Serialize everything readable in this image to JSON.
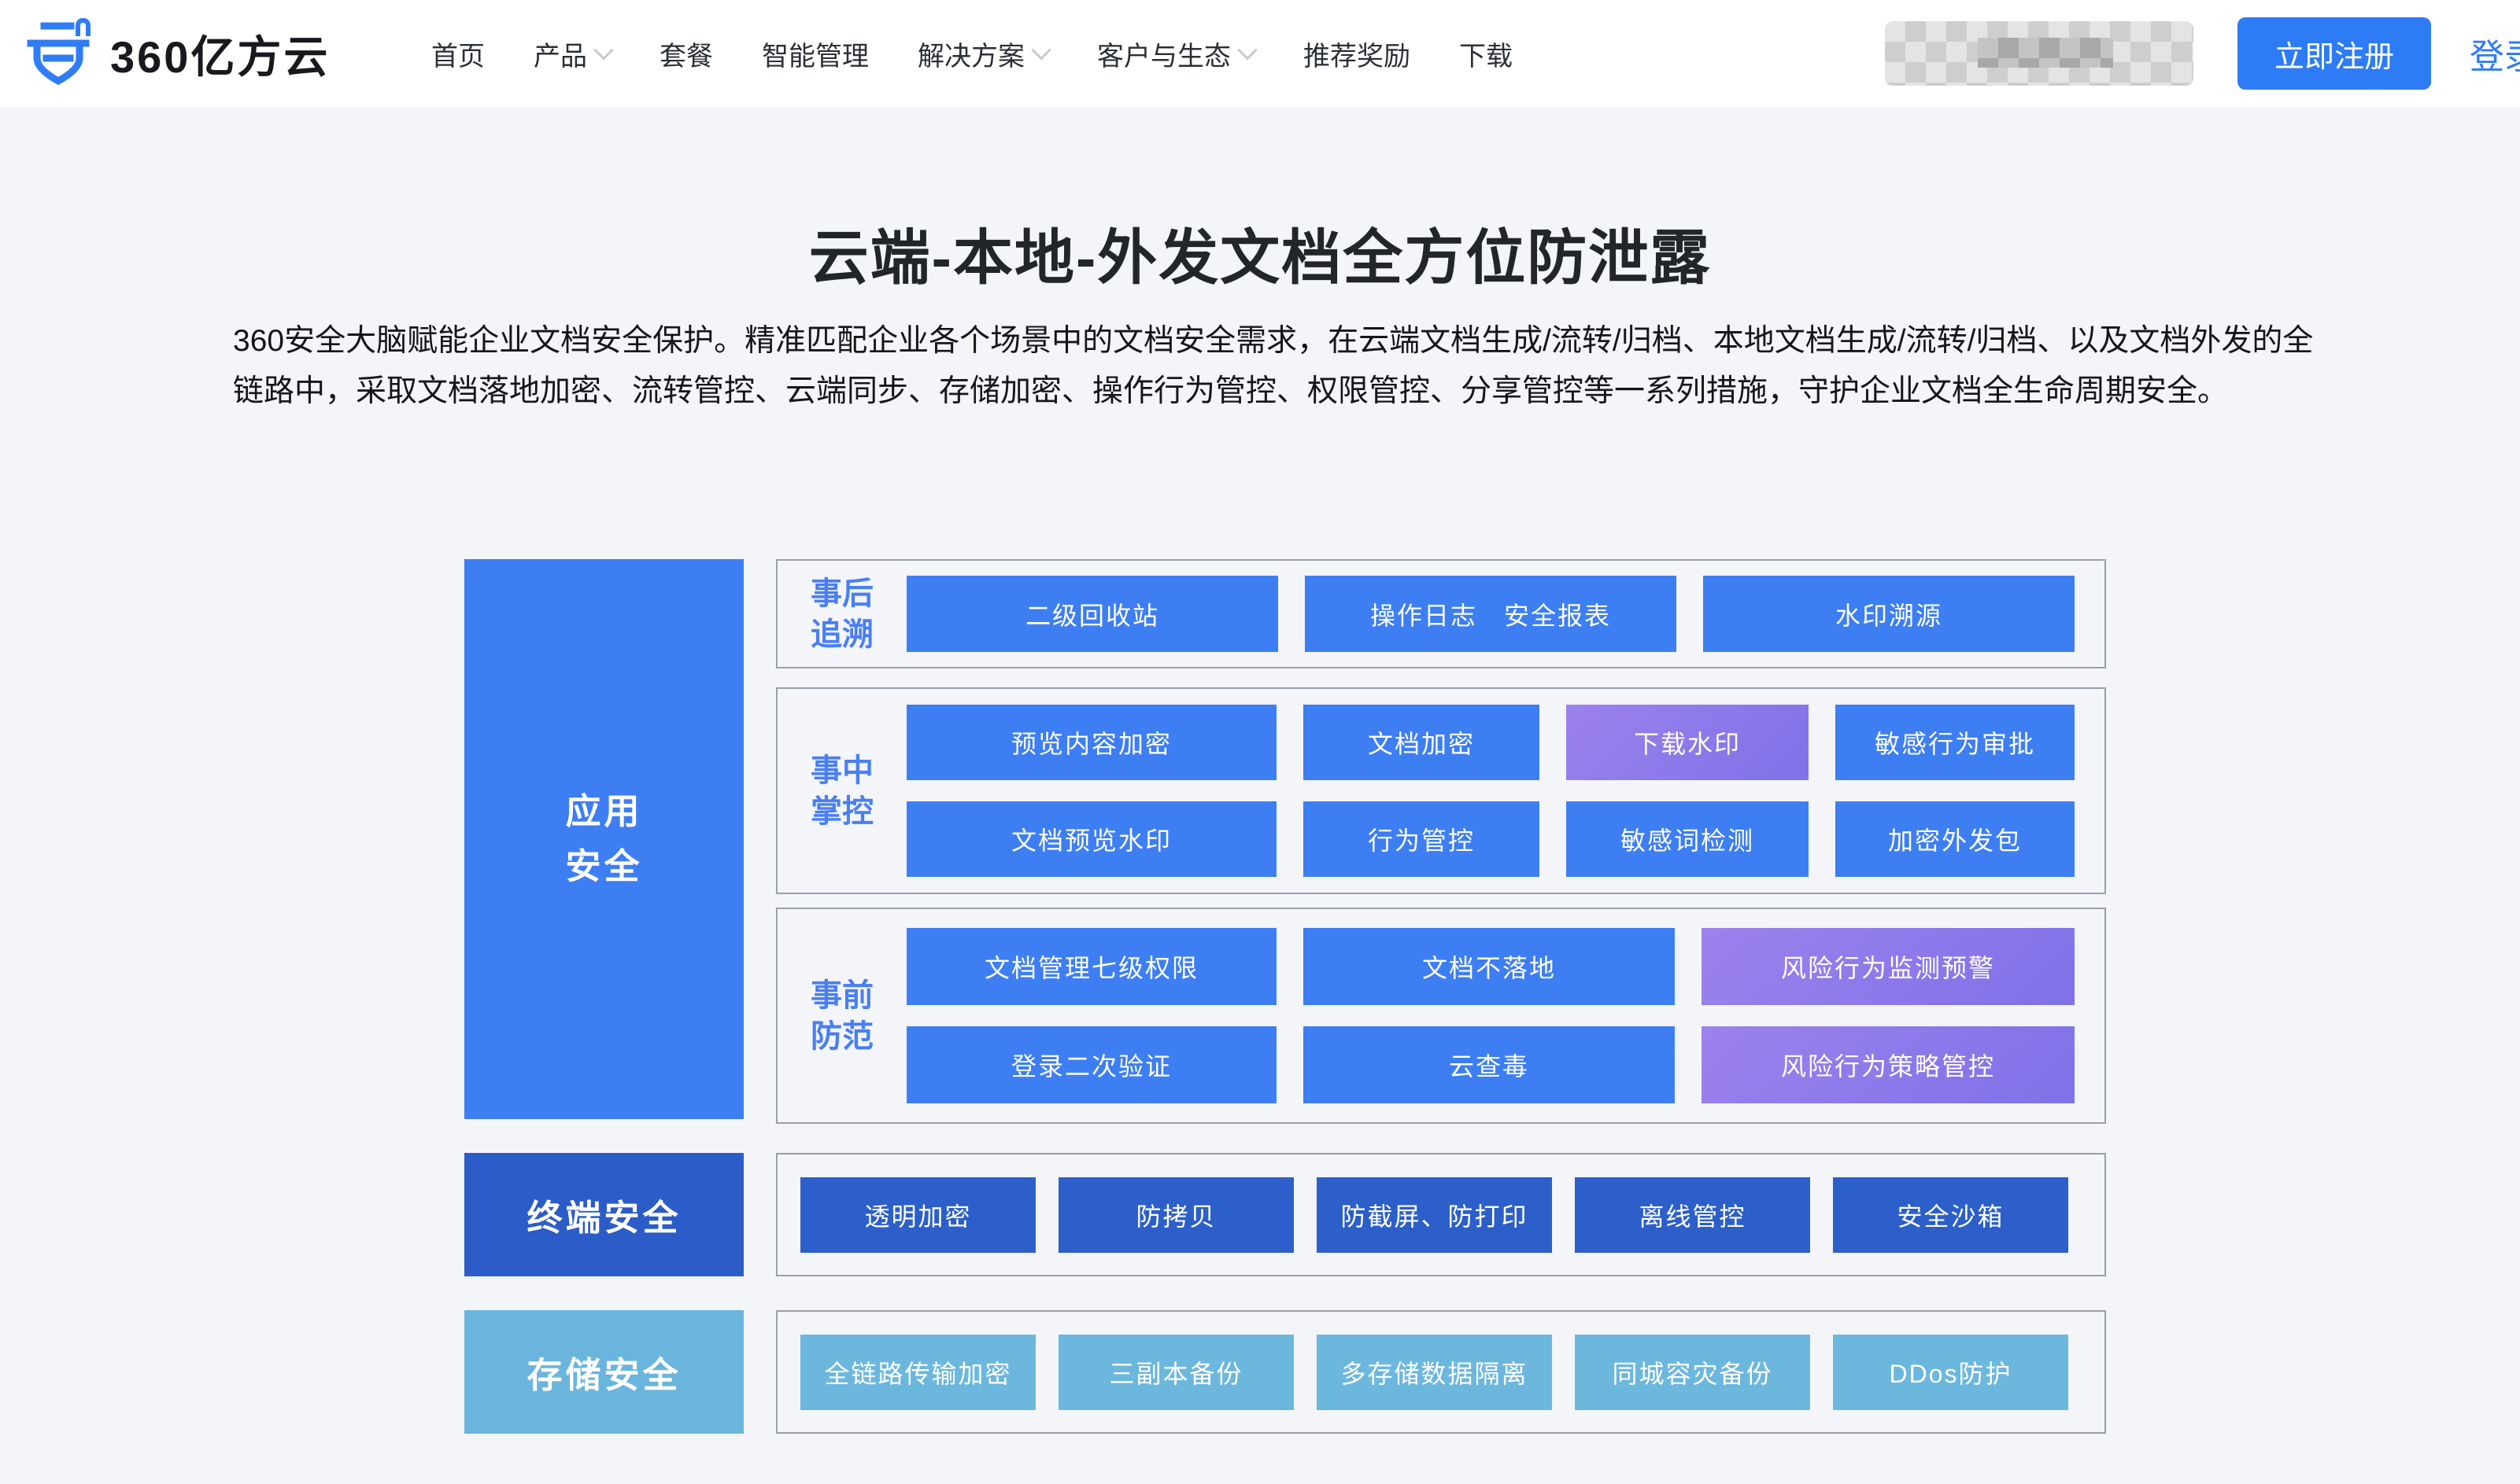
{
  "brand": {
    "logo_text": "360亿方云",
    "logo_icon": "shield-cloud-icon"
  },
  "nav": {
    "items": [
      {
        "label": "首页",
        "chevron": false
      },
      {
        "label": "产品",
        "chevron": true
      },
      {
        "label": "套餐",
        "chevron": false
      },
      {
        "label": "智能管理",
        "chevron": false
      },
      {
        "label": "解决方案",
        "chevron": true
      },
      {
        "label": "客户与生态",
        "chevron": true
      },
      {
        "label": "推荐奖励",
        "chevron": false
      },
      {
        "label": "下载",
        "chevron": false
      }
    ]
  },
  "header_actions": {
    "phone_area": "blurred-mosaic",
    "register_label": "立即注册",
    "login_label": "登录"
  },
  "hero": {
    "title": "云端-本地-外发文档全方位防泄露",
    "description": "360安全大脑赋能企业文档安全保护。精准匹配企业各个场景中的文档安全需求，在云端文档生成/流转/归档、本地文档生成/流转/归档、以及文档外发的全链路中，采取文档落地加密、流转管控、云端同步、存储加密、操作行为管控、权限管控、分享管控等一系列措施，守护企业文档全生命周期安全。"
  },
  "diagram": {
    "side_columns": [
      {
        "label": "应用\n安全"
      },
      {
        "label": "终端安全"
      },
      {
        "label": "存储安全"
      }
    ],
    "rows": [
      {
        "label": "事后\n追溯",
        "buttons": [
          {
            "label": "二级回收站",
            "variant": "blue"
          },
          {
            "label": "操作日志　安全报表",
            "variant": "blue"
          },
          {
            "label": "水印溯源",
            "variant": "blue"
          }
        ]
      },
      {
        "label": "事中\n掌控",
        "buttons": [
          {
            "label": "预览内容加密",
            "variant": "blue"
          },
          {
            "label": "文档加密",
            "variant": "blue"
          },
          {
            "label": "下载水印",
            "variant": "purple"
          },
          {
            "label": "敏感行为审批",
            "variant": "blue"
          },
          {
            "label": "文档预览水印",
            "variant": "blue"
          },
          {
            "label": "行为管控",
            "variant": "blue"
          },
          {
            "label": "敏感词检测",
            "variant": "blue"
          },
          {
            "label": "加密外发包",
            "variant": "blue"
          }
        ]
      },
      {
        "label": "事前\n防范",
        "buttons": [
          {
            "label": "文档管理七级权限",
            "variant": "blue"
          },
          {
            "label": "文档不落地",
            "variant": "blue"
          },
          {
            "label": "风险行为监测预警",
            "variant": "purple"
          },
          {
            "label": "登录二次验证",
            "variant": "blue"
          },
          {
            "label": "云查毒",
            "variant": "blue"
          },
          {
            "label": "风险行为策略管控",
            "variant": "purple"
          }
        ]
      },
      {
        "label": "",
        "buttons": [
          {
            "label": "透明加密",
            "variant": "dark"
          },
          {
            "label": "防拷贝",
            "variant": "dark"
          },
          {
            "label": "防截屏、防打印",
            "variant": "dark"
          },
          {
            "label": "离线管控",
            "variant": "dark"
          },
          {
            "label": "安全沙箱",
            "variant": "dark"
          }
        ]
      },
      {
        "label": "",
        "buttons": [
          {
            "label": "全链路传输加密",
            "variant": "light"
          },
          {
            "label": "三副本备份",
            "variant": "light"
          },
          {
            "label": "多存储数据隔离",
            "variant": "light"
          },
          {
            "label": "同城容灾备份",
            "variant": "light"
          },
          {
            "label": "DDos防护",
            "variant": "light"
          }
        ]
      }
    ]
  },
  "colors": {
    "brand_blue": "#2e7bf6",
    "tile_blue": "#3d7ef3",
    "tile_purple": "#8d7aea",
    "tile_dark_blue": "#2c5fc9",
    "tile_light_blue": "#6cb7de",
    "row_label_blue": "#4a7ff2",
    "panel_border_grey": "#9aa0a8",
    "page_background": "#f3f5f9"
  }
}
